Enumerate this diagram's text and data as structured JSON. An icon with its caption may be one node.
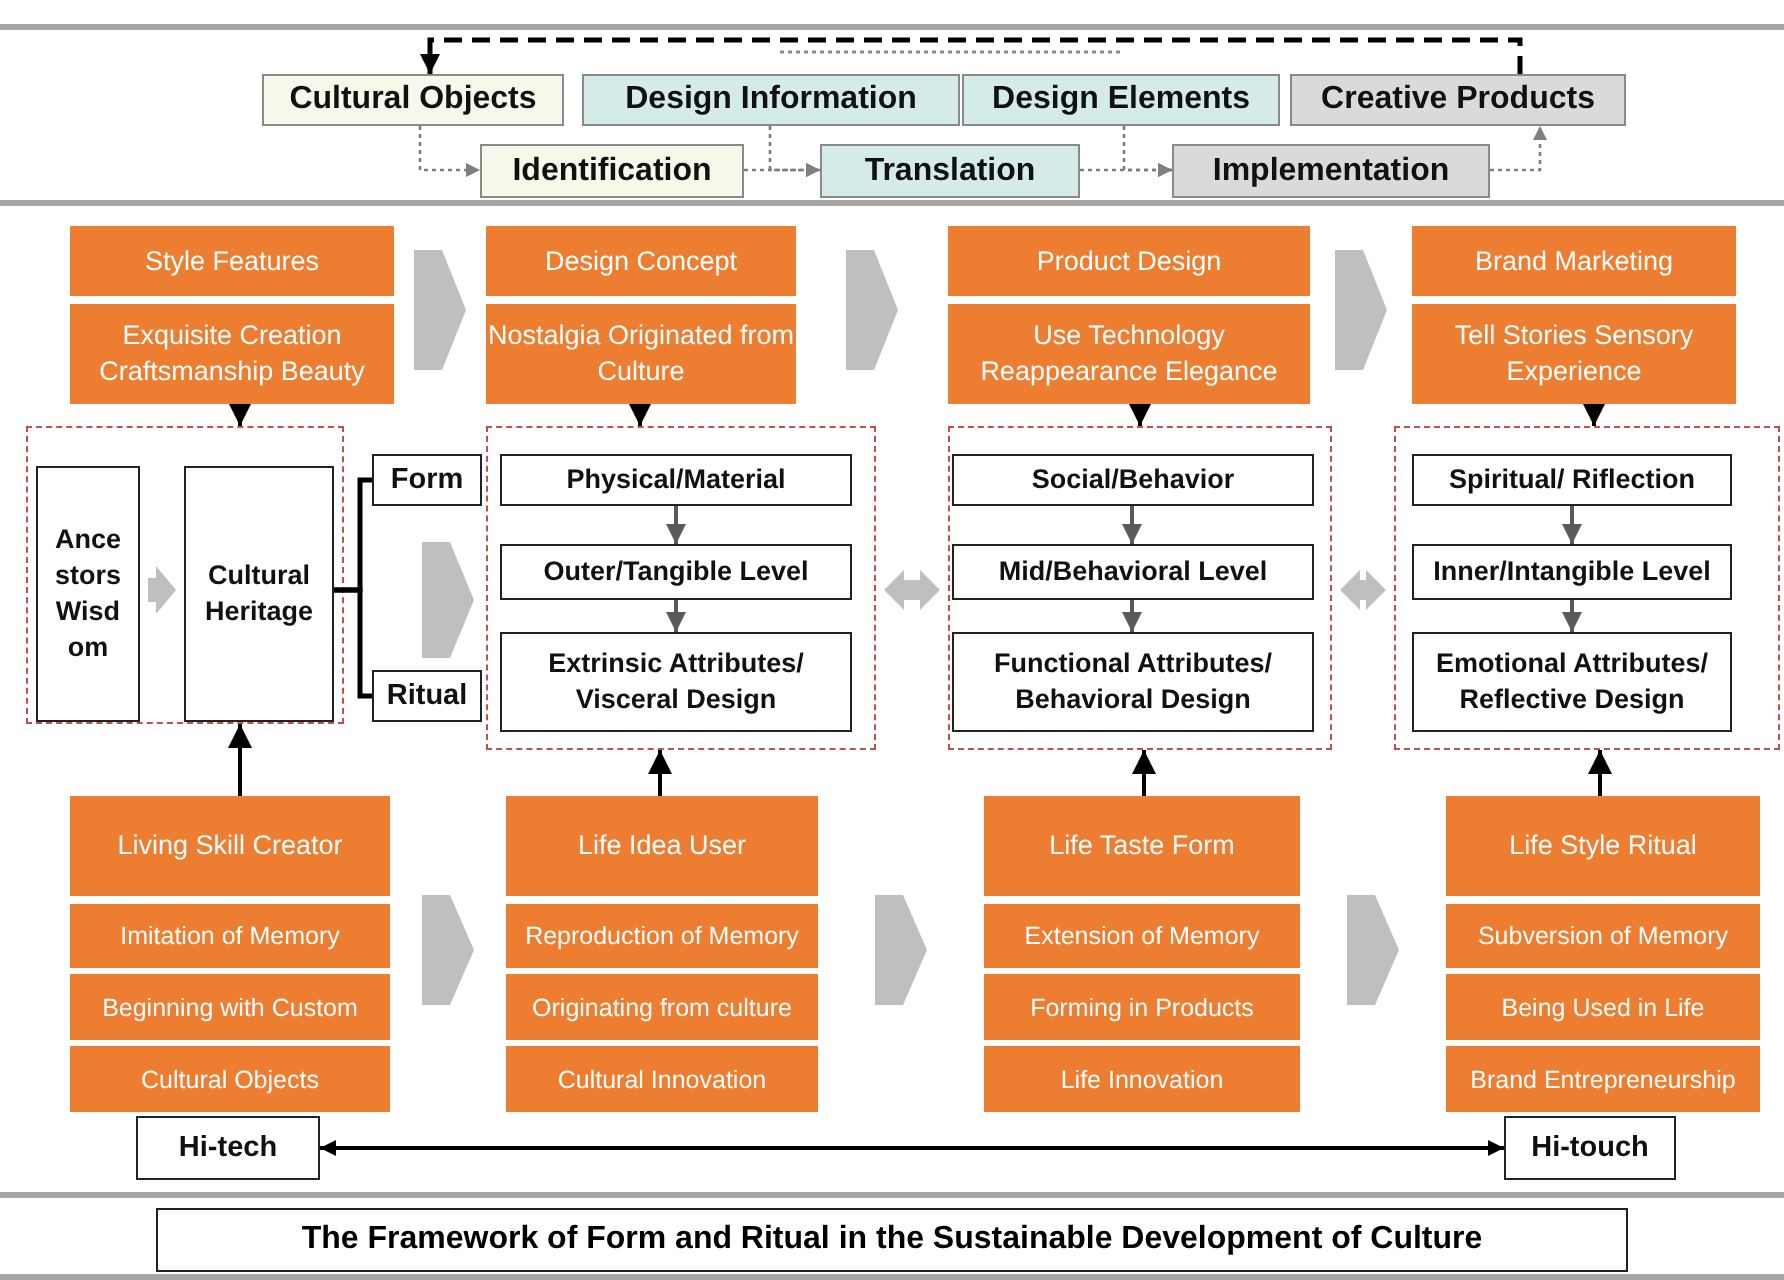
{
  "diagram": {
    "title": "The Framework of Form and Ritual in the Sustainable Development of Culture",
    "nodes": [
      {
        "text": [
          "Cultural Objects"
        ]
      },
      {
        "text": [
          "Design Information"
        ]
      },
      {
        "text": [
          "Design Elements"
        ]
      },
      {
        "text": [
          "Creative Products"
        ]
      },
      {
        "text": [
          "Identification"
        ]
      },
      {
        "text": [
          "Translation"
        ]
      },
      {
        "text": [
          "Implementation"
        ]
      },
      {
        "text": [
          "Style Features"
        ]
      },
      {
        "text": [
          "Exquisite Creation Craftsmanship Beauty"
        ]
      },
      {
        "text": [
          "Design Concept"
        ]
      },
      {
        "text": [
          "Nostalgia Originated from Culture"
        ]
      },
      {
        "text": [
          "Product Design"
        ]
      },
      {
        "text": [
          "Use Technology Reappearance Elegance"
        ]
      },
      {
        "text": [
          "Brand Marketing"
        ]
      },
      {
        "text": [
          "Tell Stories Sensory Experience"
        ]
      },
      {
        "text": [],
        "shape": "box"
      },
      {
        "text": [
          "Ance stors Wisd om"
        ],
        "in": 15
      },
      {
        "text": [
          "Cultural Heritage"
        ],
        "in": 15
      },
      {
        "text": [
          "Form"
        ]
      },
      {
        "text": [
          "Ritual"
        ]
      },
      {
        "text": [],
        "shape": "box"
      },
      {
        "text": [
          "Physical/Material"
        ],
        "in": 20
      },
      {
        "text": [
          "Outer/Tangible Level"
        ],
        "in": 20
      },
      {
        "text": [
          "Extrinsic Attributes/ Visceral Design"
        ],
        "in": 20
      },
      {
        "text": [],
        "shape": "box"
      },
      {
        "text": [
          "Social/Behavior"
        ],
        "in": 24
      },
      {
        "text": [
          "Mid/Behavioral Level"
        ],
        "in": 24
      },
      {
        "text": [
          "Functional Attributes/ Behavioral Design"
        ],
        "in": 24
      },
      {
        "text": [],
        "shape": "box"
      },
      {
        "text": [
          "Spiritual/ Riflection"
        ],
        "in": 28
      },
      {
        "text": [
          "Inner/Intangible Level"
        ],
        "in": 28
      },
      {
        "text": [
          "Emotional Attributes/ Reflective Design"
        ],
        "in": 28
      },
      {
        "text": [
          "Living Skill Creator"
        ]
      },
      {
        "text": [
          "Imitation of Memory"
        ]
      },
      {
        "text": [
          "Beginning with Custom"
        ]
      },
      {
        "text": [
          "Cultural Objects"
        ]
      },
      {
        "text": [
          "Life Idea User"
        ]
      },
      {
        "text": [
          "Reproduction of Memory"
        ]
      },
      {
        "text": [
          "Originating from culture"
        ]
      },
      {
        "text": [
          "Cultural Innovation"
        ]
      },
      {
        "text": [
          "Life Taste Form"
        ]
      },
      {
        "text": [
          "Extension of Memory"
        ]
      },
      {
        "text": [
          "Forming in Products"
        ]
      },
      {
        "text": [
          "Life Innovation"
        ]
      },
      {
        "text": [
          "Life Style Ritual"
        ]
      },
      {
        "text": [
          "Subversion of Memory"
        ]
      },
      {
        "text": [
          "Being Used in Life"
        ]
      },
      {
        "text": [
          "Brand Entrepreneurship"
        ]
      },
      {
        "text": [
          "Hi-tech"
        ]
      },
      {
        "text": [
          "Hi-touch"
        ]
      }
    ],
    "edges": [
      {
        "from": 3,
        "to": 0,
        "arrow": "to",
        "style": "dashed",
        "color": "#000000"
      },
      {
        "from": 0,
        "to": 4,
        "arrow": "to",
        "style": "dashed",
        "color": "#7f7f7f"
      },
      {
        "from": 4,
        "to": 5,
        "arrow": "to",
        "style": "dashed",
        "color": "#7f7f7f"
      },
      {
        "from": 1,
        "to": 5,
        "arrow": "to",
        "style": "dashed",
        "color": "#7f7f7f"
      },
      {
        "from": 2,
        "to": 6,
        "arrow": "to",
        "style": "dashed",
        "color": "#7f7f7f"
      },
      {
        "from": 5,
        "to": 6,
        "arrow": "to",
        "style": "dashed",
        "color": "#7f7f7f"
      },
      {
        "from": 6,
        "to": 3,
        "arrow": "to",
        "style": "dashed",
        "color": "#7f7f7f"
      },
      {
        "from": 7,
        "to": 9,
        "arrow": "to"
      },
      {
        "from": 9,
        "to": 11,
        "arrow": "to"
      },
      {
        "from": 11,
        "to": 13,
        "arrow": "to"
      },
      {
        "from": 8,
        "to": 15,
        "arrow": "to",
        "color": "#000000"
      },
      {
        "from": 10,
        "to": 20,
        "arrow": "to",
        "color": "#000000"
      },
      {
        "from": 12,
        "to": 24,
        "arrow": "to",
        "color": "#000000"
      },
      {
        "from": 14,
        "to": 28,
        "arrow": "to",
        "color": "#000000"
      },
      {
        "from": 16,
        "to": 17,
        "arrow": "to"
      },
      {
        "from": 17,
        "to": 18,
        "arrow": "none",
        "color": "#000000"
      },
      {
        "from": 17,
        "to": 19,
        "arrow": "none",
        "color": "#000000"
      },
      {
        "from": null,
        "to": 20,
        "arrow": "to"
      },
      {
        "from": 21,
        "to": 22,
        "arrow": "to",
        "color": "#595959"
      },
      {
        "from": 22,
        "to": 23,
        "arrow": "to",
        "color": "#595959"
      },
      {
        "from": 25,
        "to": 26,
        "arrow": "to",
        "color": "#595959"
      },
      {
        "from": 26,
        "to": 27,
        "arrow": "to",
        "color": "#595959"
      },
      {
        "from": 29,
        "to": 30,
        "arrow": "to",
        "color": "#595959"
      },
      {
        "from": 30,
        "to": 31,
        "arrow": "to",
        "color": "#595959"
      },
      {
        "from": 20,
        "to": 24,
        "arrow": "both"
      },
      {
        "from": 24,
        "to": 28,
        "arrow": "both"
      },
      {
        "from": 32,
        "to": 15,
        "arrow": "to",
        "color": "#000000"
      },
      {
        "from": 36,
        "to": 20,
        "arrow": "to",
        "color": "#000000"
      },
      {
        "from": 40,
        "to": 24,
        "arrow": "to",
        "color": "#000000"
      },
      {
        "from": 44,
        "to": 28,
        "arrow": "to",
        "color": "#000000"
      },
      {
        "from": 33,
        "to": 37,
        "arrow": "to"
      },
      {
        "from": 37,
        "to": 41,
        "arrow": "to"
      },
      {
        "from": 41,
        "to": 45,
        "arrow": "to"
      },
      {
        "from": 48,
        "to": 49,
        "arrow": "both",
        "color": "#000000"
      }
    ]
  }
}
